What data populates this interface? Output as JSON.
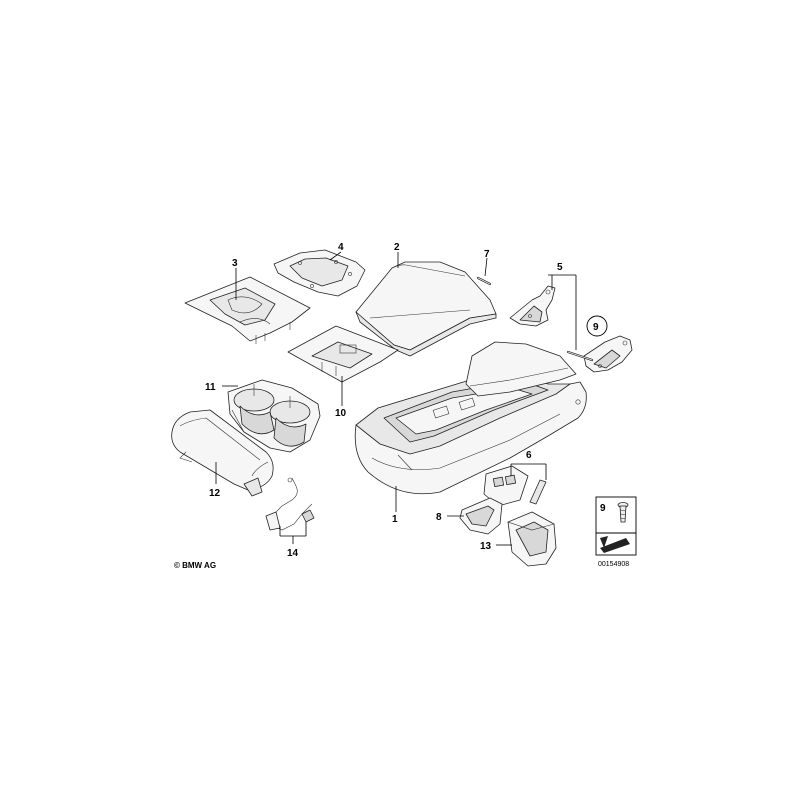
{
  "labels": {
    "p1": "1",
    "p2": "2",
    "p3": "3",
    "p4": "4",
    "p5": "5",
    "p6": "6",
    "p7": "7",
    "p8": "8",
    "p9": "9",
    "p10": "10",
    "p11": "11",
    "p12": "12",
    "p13": "13",
    "p14": "14"
  },
  "legend": {
    "item_number": "9"
  },
  "copyright": "© BMW AG",
  "diagram_id": "00154908"
}
